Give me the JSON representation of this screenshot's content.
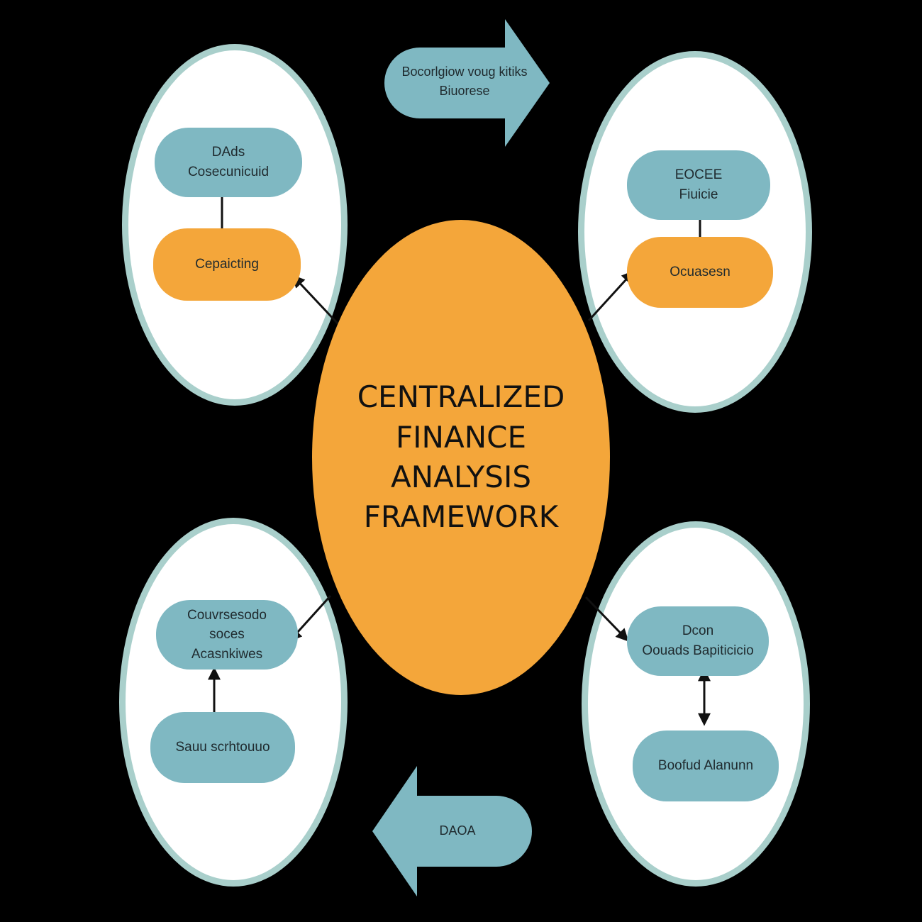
{
  "center": {
    "title": "CENTRALIZED\nFINANCE\nANALYSIS\nFRAMEWORK"
  },
  "top_arrow": {
    "label": "Bocorlgiow voug kitiks\nBiuorese"
  },
  "bottom_arrow": {
    "label": "DAOA"
  },
  "top_left": {
    "node_top": "DAds\nCosecunicuid",
    "node_bottom": "Cepaicting"
  },
  "top_right": {
    "node_top": "EOCEE\nFiuicie",
    "node_bottom": "Ocuasesn"
  },
  "bottom_left": {
    "node_top": "Couvrsesodo soces\nAcasnkiwes",
    "node_bottom": "Sauu scrhtouuo"
  },
  "bottom_right": {
    "node_top": "Dcon\nOouads Bapiticicio",
    "node_bottom": "Boofud Alanunn"
  },
  "colors": {
    "background": "#000000",
    "accent_orange": "#f4a63a",
    "accent_teal": "#7fb8c2",
    "oval_border": "#a9cfcb"
  }
}
